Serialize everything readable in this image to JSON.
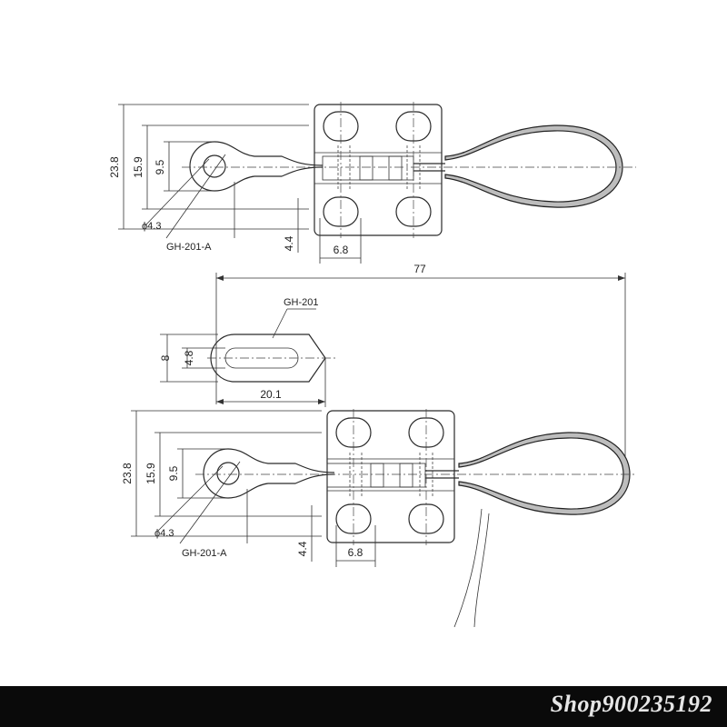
{
  "drawing": {
    "top_view": {
      "dims": {
        "height_overall": "23.8",
        "hole_spacing": "15.9",
        "eye_width": "9.5",
        "hole_dia": "ϕ4.3",
        "offset": "4.4",
        "slot_width": "6.8"
      },
      "label": "GH-201-A"
    },
    "spindle": {
      "label": "GH-201",
      "dims": {
        "width": "8",
        "slot": "4.8",
        "length": "20.1"
      }
    },
    "bottom_view": {
      "dims": {
        "height_overall": "23.8",
        "hole_spacing": "15.9",
        "eye_width": "9.5",
        "hole_dia": "ϕ4.3",
        "offset": "4.4",
        "slot_width": "6.8"
      },
      "label": "GH-201-A"
    },
    "overall_length": "77"
  },
  "watermark": {
    "text": "Shop900235192"
  }
}
